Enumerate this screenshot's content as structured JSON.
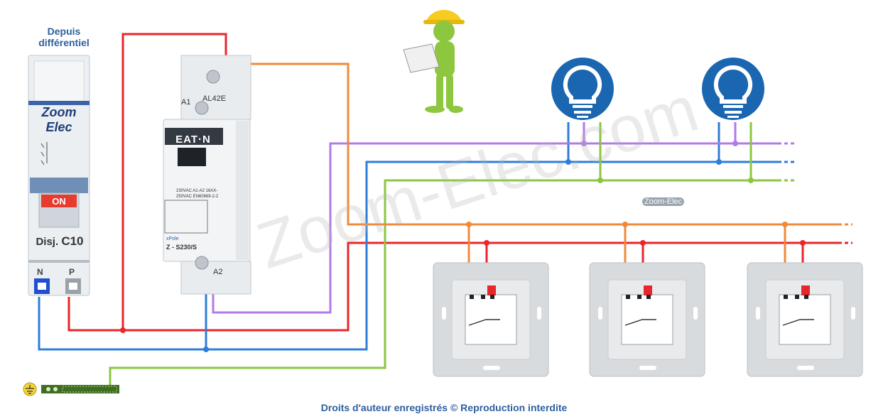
{
  "header": {
    "source_label": "Depuis différentiel"
  },
  "breaker": {
    "brand": "Zoom Elec",
    "state": "ON",
    "label": "Disj.",
    "rating": "C10",
    "terminal_n": "N",
    "terminal_p": "P"
  },
  "relay": {
    "brand": "EAT·N",
    "terminal_a1": "A1",
    "terminal_al": "AL42E",
    "terminal_a2": "A2",
    "series": "xPole",
    "model": "Z - S230/S",
    "spec": "230VAC A1-A2 16AX-250VAC EN60669-2-2"
  },
  "logo_small": "Zoom-Elec",
  "watermark": "Zoom-Elec.com",
  "footer": {
    "copyright": "Droits d'auteur enregistrés © Reproduction interdite"
  },
  "colors": {
    "phase": "#e8262b",
    "neutral": "#2f7ed8",
    "earth": "#8cc63f",
    "return": "#b07ae8",
    "control": "#f08a3a",
    "lamp": "#1b66b1"
  },
  "icons": {
    "lamp": "lightbulb-icon",
    "earth": "earth-ground-icon",
    "worker": "worker-figure-icon"
  }
}
